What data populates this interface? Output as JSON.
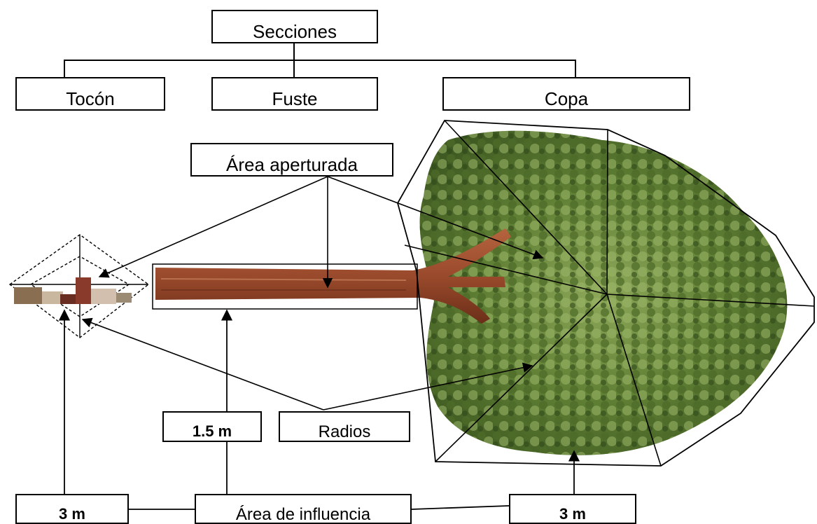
{
  "hierarchy": {
    "root": "Secciones",
    "children": [
      "Tocón",
      "Fuste",
      "Copa"
    ]
  },
  "labels": {
    "area_aperturada": "Área aperturada",
    "radios": "Radios",
    "fuste_width": "1.5 m",
    "area_influencia": "Área de influencia",
    "tocon_distance": "3 m",
    "copa_distance": "3 m"
  },
  "colors": {
    "line": "#000000",
    "trunk": "#9a4a2c",
    "trunk_dark": "#6b2e18",
    "foliage_dark": "#3f5a22",
    "foliage_mid": "#5f7f34",
    "foliage_light": "#8fa95a"
  }
}
